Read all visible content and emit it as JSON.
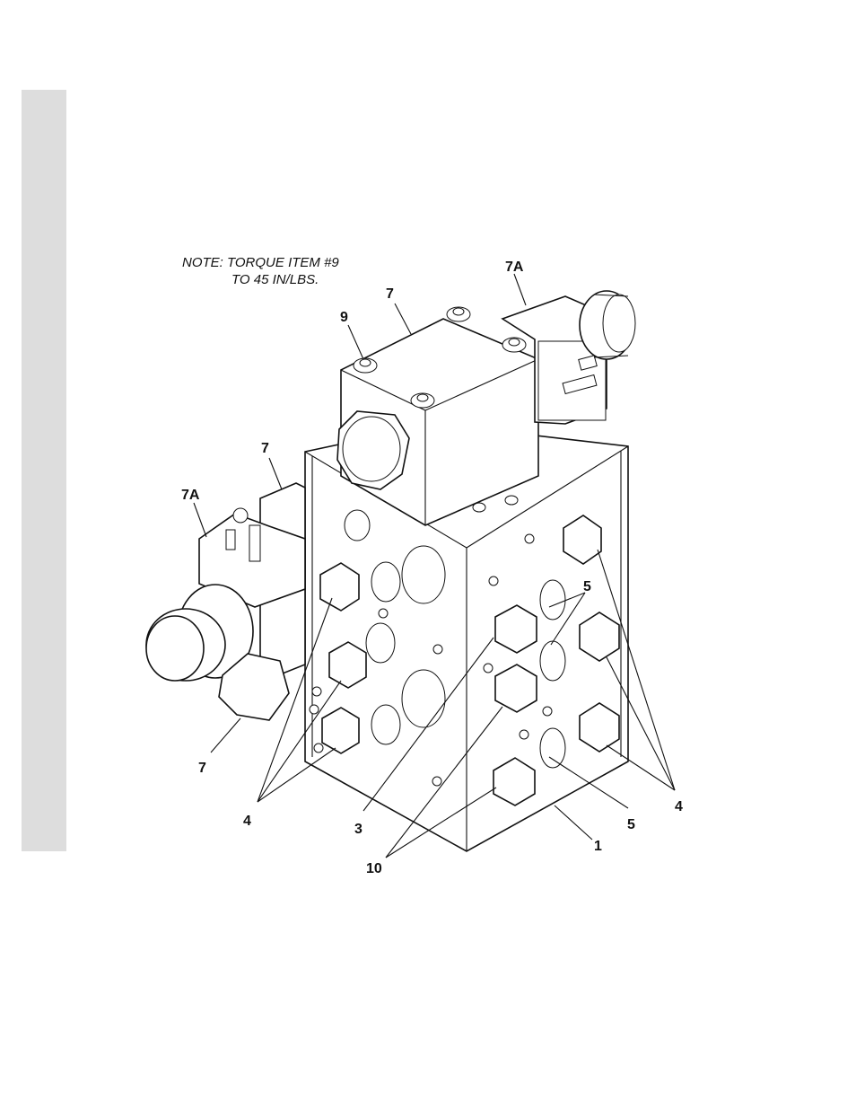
{
  "note": {
    "line1": "NOTE: TORQUE ITEM #9",
    "line2": "TO 45 IN/LBS."
  },
  "callouts": {
    "c_7a_top": "7A",
    "c_7_top": "7",
    "c_9": "9",
    "c_7_left": "7",
    "c_7a_left": "7A",
    "c_5_upper": "5",
    "c_7_bottom": "7",
    "c_4_left": "4",
    "c_3": "3",
    "c_10": "10",
    "c_1": "1",
    "c_5_lower": "5",
    "c_4_right": "4"
  }
}
